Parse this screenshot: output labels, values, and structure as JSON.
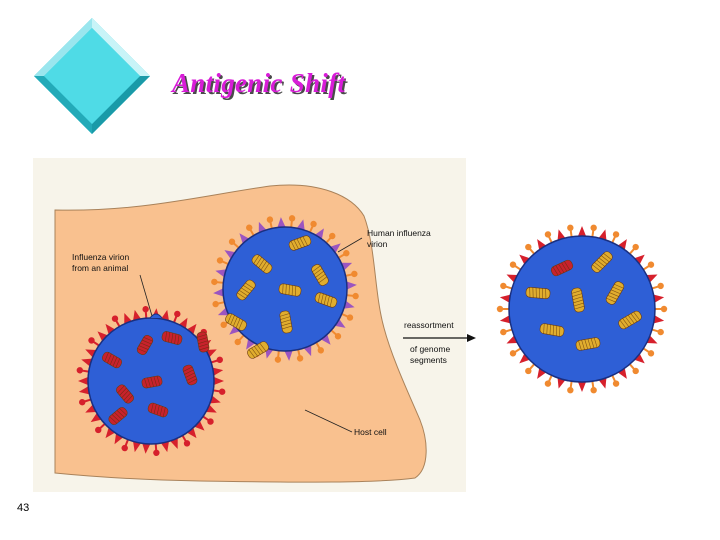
{
  "slide": {
    "title": "Antigenic Shift",
    "page_number": "43"
  },
  "diagram": {
    "labels": {
      "animal_virion": [
        "Influenza virion",
        "from an animal"
      ],
      "human_virion": [
        "Human influenza",
        "virion"
      ],
      "reassortment": [
        "reassortment",
        "of genome",
        "segments"
      ],
      "host_cell": "Host cell"
    },
    "colors": {
      "host_cell": "#f9c18f",
      "panel_bg": "#f7f4ea",
      "virion_body": "#2e5fd6",
      "animal_segments": "#c8222c",
      "human_segments": "#e0ad2e",
      "animal_spikes": "#d6202c",
      "human_spikes_orange": "#f08a30",
      "human_spikes_purple": "#9b55c0"
    }
  }
}
